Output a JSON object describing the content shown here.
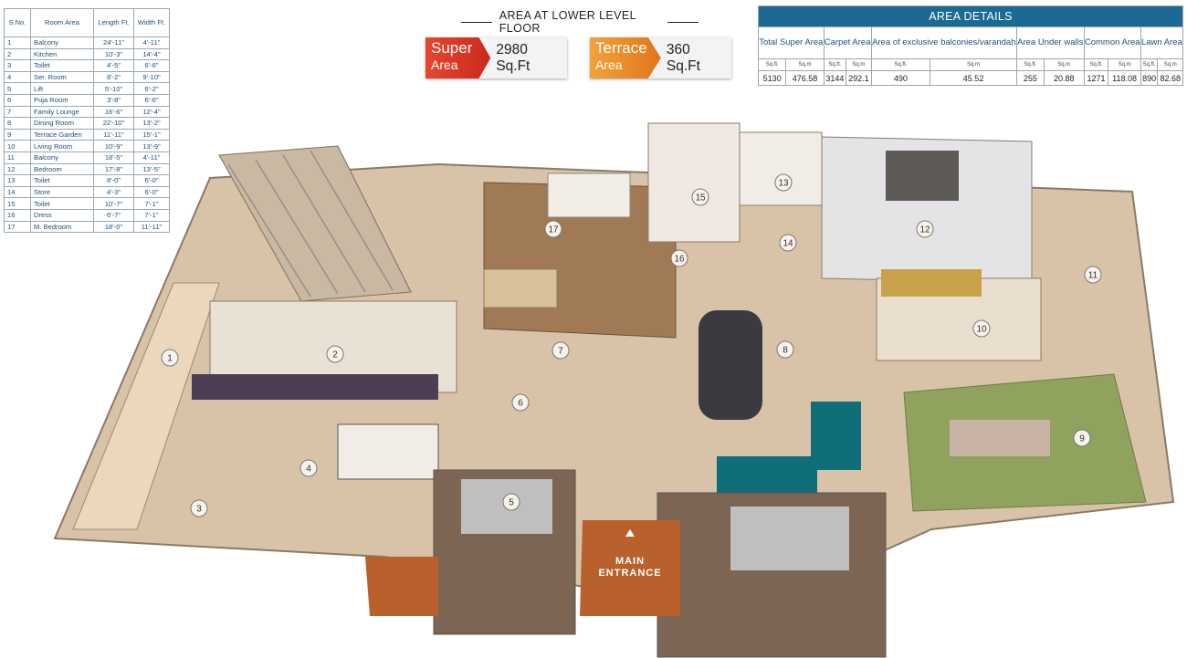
{
  "room_table": {
    "headers": {
      "sno": "S.No.",
      "room": "Room Area",
      "length": "Length Ft.",
      "width": "Width Ft."
    },
    "rows": [
      {
        "sno": "1",
        "room": "Balcony",
        "length": "24'-11\"",
        "width": "4'-11\""
      },
      {
        "sno": "2",
        "room": "Kitchen",
        "length": "10'-3\"",
        "width": "14'-4\""
      },
      {
        "sno": "3",
        "room": "Toilet",
        "length": "4'-5\"",
        "width": "6'-6\""
      },
      {
        "sno": "4",
        "room": "Ser. Room",
        "length": "8'-2\"",
        "width": "9'-10\""
      },
      {
        "sno": "5",
        "room": "Lift",
        "length": "5'-10\"",
        "width": "6'-2\""
      },
      {
        "sno": "6",
        "room": "Puja Room",
        "length": "3'-8\"",
        "width": "6'-6\""
      },
      {
        "sno": "7",
        "room": "Family Lounge",
        "length": "16'-6\"",
        "width": "12'-4\""
      },
      {
        "sno": "8",
        "room": "Dining Room",
        "length": "22'-10\"",
        "width": "13'-2\""
      },
      {
        "sno": "9",
        "room": "Terrace Garden",
        "length": "11'-11\"",
        "width": "15'-1\""
      },
      {
        "sno": "10",
        "room": "Living Room",
        "length": "10'-9\"",
        "width": "13'-9\""
      },
      {
        "sno": "11",
        "room": "Balcony",
        "length": "18'-5\"",
        "width": "4'-11\""
      },
      {
        "sno": "12",
        "room": "Bedroom",
        "length": "17'-8\"",
        "width": "13'-5\""
      },
      {
        "sno": "13",
        "room": "Toilet",
        "length": "8'-0\"",
        "width": "6'-0\""
      },
      {
        "sno": "14",
        "room": "Store",
        "length": "4'-3\"",
        "width": "6'-0\""
      },
      {
        "sno": "15",
        "room": "Toilet",
        "length": "10'-7\"",
        "width": "7'-1\""
      },
      {
        "sno": "16",
        "room": "Dress",
        "length": "6'-7\"",
        "width": "7'-1\""
      },
      {
        "sno": "17",
        "room": "M. Bedroom",
        "length": "18'-0\"",
        "width": "11'-11\""
      }
    ]
  },
  "floor_title": "AREA AT LOWER LEVEL FLOOR",
  "badges": {
    "super": {
      "line1": "Super",
      "line2": "Area",
      "value": "2980 Sq.Ft",
      "color": "#e23c26"
    },
    "terrace": {
      "line1": "Terrace",
      "line2": "Area",
      "value": "360 Sq.Ft",
      "color": "#ee8f2b"
    }
  },
  "area_details": {
    "title": "AREA DETAILS",
    "header_color": "#1a6a93",
    "categories": [
      {
        "name": "Total Super Area",
        "sqft": "5130",
        "sqm": "476.58"
      },
      {
        "name": "Carpet Area",
        "sqft": "3144",
        "sqm": "292.1"
      },
      {
        "name": "Area of exclusive balconies/varandah",
        "sqft": "490",
        "sqm": "45.52"
      },
      {
        "name": "Area Under walls",
        "sqft": "255",
        "sqm": "20.88"
      },
      {
        "name": "Common Area",
        "sqft": "1271",
        "sqm": "118.08"
      },
      {
        "name": "Lawn Area",
        "sqft": "890",
        "sqm": "82.68"
      }
    ],
    "unit_sqft": "Sq.ft.",
    "unit_sqm": "Sq.m"
  },
  "plan": {
    "entrance_label_1": "MAIN",
    "entrance_label_2": "ENTRANCE",
    "markers": [
      "1",
      "2",
      "3",
      "4",
      "5",
      "6",
      "7",
      "8",
      "9",
      "10",
      "11",
      "12",
      "13",
      "14",
      "15",
      "16",
      "17"
    ]
  }
}
